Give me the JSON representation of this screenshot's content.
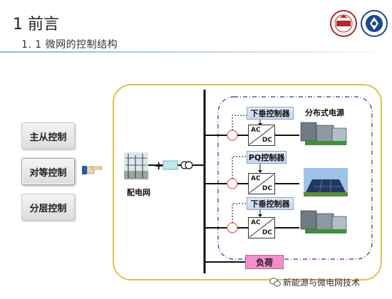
{
  "header": {
    "title": "1 前言",
    "subtitle": "1. 1  微网的控制结构"
  },
  "methods": [
    "主从控制",
    "对等控制",
    "分层控制"
  ],
  "active_method_index": 1,
  "grid_label": "配电网",
  "controllers": [
    "下垂控制器",
    "PQ控制器",
    "下垂控制器"
  ],
  "converter": {
    "ac": "AC",
    "dc": "DC"
  },
  "dg_label": "分布式电源",
  "load_label": "负荷",
  "watermark": "新能源与微电网技术",
  "colors": {
    "frame": "#e3c04a",
    "dashed_frame": "#2b3b8c",
    "controller_fill": "#c9d7ec",
    "load_fill": "#f28ec9",
    "breaker": "#e8836b"
  }
}
